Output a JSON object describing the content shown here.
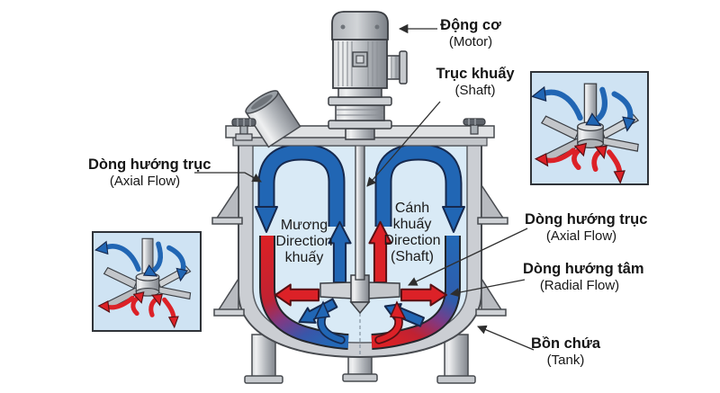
{
  "labels": {
    "motor": {
      "vi": "Động cơ",
      "en": "(Motor)"
    },
    "shaft": {
      "vi": "Trục khuấy",
      "en": "(Shaft)"
    },
    "axial_left": {
      "vi": "Dòng hướng trục",
      "en": "(Axial Flow)"
    },
    "axial_right": {
      "vi": "Dòng hướng trục",
      "en": "(Axial Flow)"
    },
    "radial": {
      "vi": "Dòng hướng tâm",
      "en": "(Radial Flow)"
    },
    "tank": {
      "vi": "Bồn chứa",
      "en": "(Tank)"
    },
    "inner_left": {
      "l1": "Mương",
      "l2": "Direction",
      "l3": "khuấy"
    },
    "inner_right": {
      "l1": "Cánh",
      "l2": "khuấy",
      "l3": "Direction",
      "l4": "(Shaft)"
    }
  },
  "colors": {
    "flow_blue": "#2166b4",
    "flow_red": "#dc2127",
    "liquid": "#d9eaf6",
    "inset_bg": "#cfe3f3",
    "metal": "#c6c9cd",
    "outline": "#3c4043"
  }
}
